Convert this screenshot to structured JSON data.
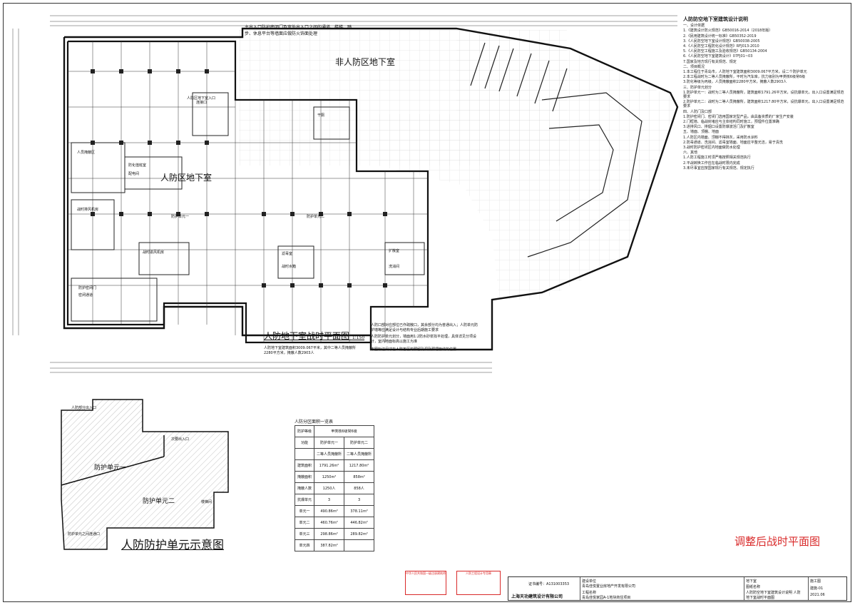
{
  "drawing": {
    "title_civil_defense_basement": "人防区地下室",
    "title_non_civil_defense_basement": "非人防区地下室",
    "plan_title": "人防地下室战时平面图",
    "plan_scale": "1:150",
    "plan_note_area": "人防地下室建筑面积3009.067平米，其中二等人员掩蔽所2280平方米，掩蔽人数2903人",
    "plan_note_1": "人防口部对应部位已作疏散口，其余部分均为普通出入；人防单元防护墙等应满足设计与结构专业后期施工要求",
    "plan_note_2": "人防防护单元划分，墙面用1:2防水砂浆找平处理，具体详见分项设计，室内地面标高以施工为准",
    "plan_note_3": "本图标注尺寸在人防各区的预留孔洞及预埋管线的位置",
    "adjusted_label": "调整后战时平面图",
    "protection_diagram_title": "人防防护单元示意图",
    "unit_one": "防护单元一",
    "unit_two": "防护单元二",
    "top_note": "主出入口防护密闭门及室外出入口之间的通道、楼梯、踏步、休息平台等墙面应做防火饰面处理",
    "room_labels": [
      "人防区地下室入口",
      "防护单元一",
      "防护单元二",
      "人员掩蔽区",
      "战时排风机房",
      "战时进风机房",
      "防化值班室",
      "滤毒室",
      "扩散室",
      "干厕",
      "防护密闭门",
      "密闭通道",
      "连接口",
      "洗消间",
      "战时水箱",
      "配电间"
    ],
    "legend_labels": [
      "人防部分出入口",
      "次要出入口",
      "楼梯间",
      "防护单元之间连通口"
    ]
  },
  "unit_table": {
    "caption": "人防分区面积一览表",
    "header": [
      "防护等级",
      "甲类核6级常6级",
      ""
    ],
    "rows": [
      [
        "功能",
        "防护单元一",
        "防护单元二"
      ],
      [
        "",
        "二等人员掩蔽所",
        "二等人员掩蔽所"
      ],
      [
        "建筑面积",
        "1791.26m²",
        "1217.80m²"
      ],
      [
        "掩蔽面积",
        "1250m²",
        "858m²"
      ],
      [
        "掩蔽人数",
        "1250人",
        "858人"
      ],
      [
        "抗爆单元",
        "3",
        "3"
      ],
      [
        "单元一",
        "490.86m²",
        "378.11m²"
      ],
      [
        "单元二",
        "460.76m²",
        "446.82m²"
      ],
      [
        "单元三",
        "298.86m²",
        "289.82m²"
      ],
      [
        "单元四",
        "387.82m²",
        ""
      ]
    ]
  },
  "notes": {
    "heading": "人防防空地下室建筑设计说明",
    "sections": [
      "一、设计依据",
      "1.《建筑设计防火规范》GB50016-2014（2018年版）",
      "2.《民用建筑设计统一标准》GB50352-2019",
      "3.《人民防空地下室设计规范》GB50038-2005",
      "4.《人民防空工程防化设计规范》RFJ013-2010",
      "5.《人民防空工程施工及验收规范》GB50134-2004",
      "6.《人民防空地下室建筑设计》07FJ01~03",
      "7.国家及地方现行有关规范、规定",
      "二、项目概况",
      "1.本工程位于青岛市，人防地下室建筑面积3009.067平方米，设二个防护单元",
      "2.本工程战时为二等人员掩蔽所，平时为汽车库，抗力级别为甲类核6级常6级",
      "3.防化等级为丙级，人员掩蔽面积2280平方米，掩蔽人数2903人",
      "三、防护单元划分",
      "1.防护单元一：战时为二等人员掩蔽所，建筑面积1791.26平方米，设抗爆单元，出入口设置满足规范要求",
      "2.防护单元二：战时为二等人员掩蔽所，建筑面积1217.80平方米，设抗爆单元，出入口设置满足规范要求",
      "四、人防门及口部",
      "1.防护密闭门、密闭门选用国家定型产品，由具备资质的厂家生产安装",
      "2.门框墙、临战封堵应与主体结构同时施工，预埋件位置准确",
      "3.进排风口、排烟口设置防爆波活门及扩散室",
      "五、墙面、顶棚、地面",
      "1.人防区内墙面、顶棚不得抹灰，采用防水涂料",
      "2.防毒通道、洗消间、滤毒室墙面、地面应平整光洁，易于清洗",
      "3.战时防护密闭区内地面做防水处理",
      "六、其他",
      "1.人防工程施工时须严格按照相关规范执行",
      "2.平战转换工作应在临战时限内完成",
      "3.未尽事宜应按国家现行有关规范、规定执行"
    ]
  },
  "title_block": {
    "company": "上海天功建筑设计有限公司",
    "client_label": "建设单位",
    "client": "青岛佳悦置业房地产开发有限公司",
    "project_label": "工程名称",
    "project": "青岛佳悦家园A-1地块商住项目",
    "drawing_label": "图纸名称",
    "drawing_name": "人防防空地下室建筑设计说明 人防地下室战时平面图",
    "sub_item": "地下室",
    "stage": "施工图",
    "sheet_no": "建施-01",
    "date": "2021.06",
    "cert_label": "证书编号：A131003353"
  },
  "stamps": {
    "stamp_one": "中华人民共和国一级注册建筑师",
    "stamp_two": "人防工程设计专用章"
  },
  "colors": {
    "linework": "#222222",
    "accent_red": "#d92a2a",
    "hatch": "#888888"
  }
}
